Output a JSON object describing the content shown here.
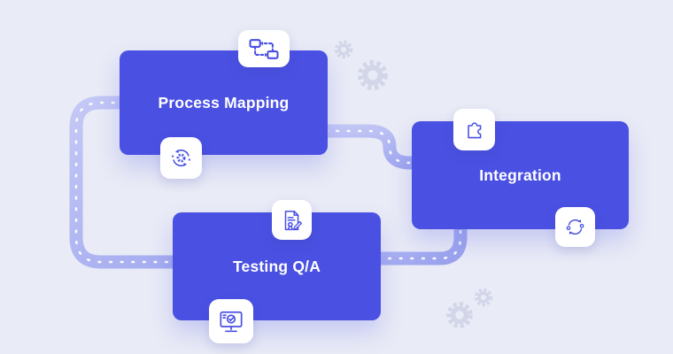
{
  "cards": [
    {
      "id": "process-mapping",
      "label": "Process Mapping"
    },
    {
      "id": "integration",
      "label": "Integration"
    },
    {
      "id": "testing-qa",
      "label": "Testing Q/A"
    }
  ],
  "icons": [
    {
      "name": "flowchart-icon",
      "attached_to": "process-mapping"
    },
    {
      "name": "process-sync-icon",
      "attached_to": "process-mapping"
    },
    {
      "name": "puzzle-icon",
      "attached_to": "integration"
    },
    {
      "name": "sync-icon",
      "attached_to": "integration"
    },
    {
      "name": "document-review-icon",
      "attached_to": "testing-qa"
    },
    {
      "name": "monitor-check-icon",
      "attached_to": "testing-qa"
    },
    {
      "name": "gear-icon",
      "attached_to": "background"
    }
  ],
  "colors": {
    "background": "#e9ebf6",
    "card_bg": "#4a50e2",
    "card_text": "#ffffff",
    "road": "#a7aef0",
    "road_marking": "#ffffff",
    "badge_bg": "#ffffff",
    "icon": "#4a50e2",
    "gear": "#d2d6e8"
  }
}
